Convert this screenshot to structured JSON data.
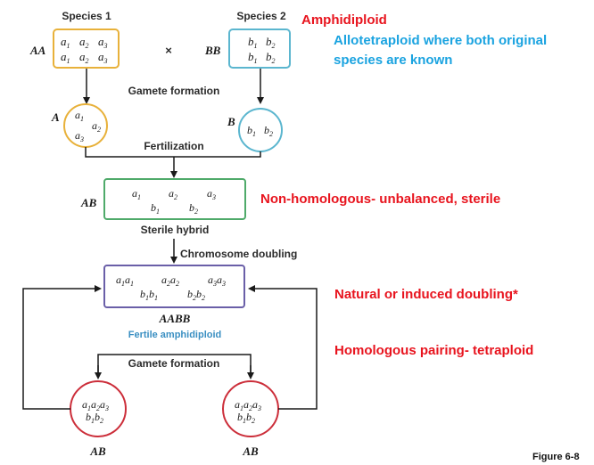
{
  "colors": {
    "parent1": "#e8b13a",
    "parent2": "#5bb6cf",
    "hybrid": "#4faa6a",
    "amphidiploid": "#6a5fa8",
    "gamete_amphi": "#cc2e3a",
    "annotation_red": "#e8141e",
    "annotation_blue": "#1aa3e0"
  },
  "diagram": {
    "species1": {
      "title": "Species 1",
      "genome": "AA"
    },
    "species2": {
      "title": "Species 2",
      "genome": "BB"
    },
    "cross_symbol": "×",
    "gamete_formation": "Gamete formation",
    "gamete1_genome": "A",
    "gamete2_genome": "B",
    "fertilization": "Fertilization",
    "hybrid_genome": "AB",
    "sterile_hybrid": "Sterile hybrid",
    "chromosome_doubling": "Chromosome doubling",
    "amphi_genome": "AABB",
    "fertile_amphidiploid": "Fertile amphidiploid",
    "gamete_formation_2": "Gamete formation",
    "gamete_left_genome": "AB",
    "gamete_right_genome": "AB",
    "chrom_a": "a",
    "chrom_b": "b",
    "sub1": "1",
    "sub2": "2",
    "sub3": "3"
  },
  "annotations": {
    "amphidiploid": "Amphidiploid",
    "allotetraploid_line1": "Allotetraploid where both original",
    "allotetraploid_line2": "species are known",
    "nonhomologous": "Non-homologous- unbalanced, sterile",
    "natural_doubling": "Natural or induced doubling*",
    "homologous_pairing": "Homologous pairing- tetraploid"
  },
  "figure_label": "Figure 6-8"
}
